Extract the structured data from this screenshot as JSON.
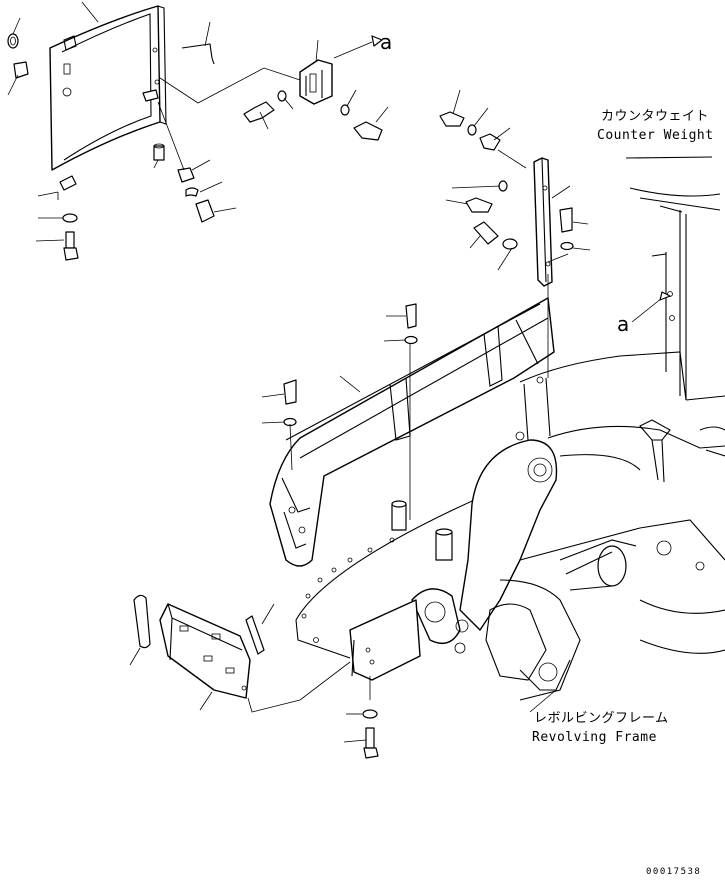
{
  "labels": {
    "counterweight_jp": "カウンタウェイト",
    "counterweight_en": "Counter Weight",
    "frame_jp": "レボルビングフレーム",
    "frame_en": "Revolving Frame",
    "view_marker_top": "a",
    "view_marker_side": "a"
  },
  "drawing_number": "00017538"
}
